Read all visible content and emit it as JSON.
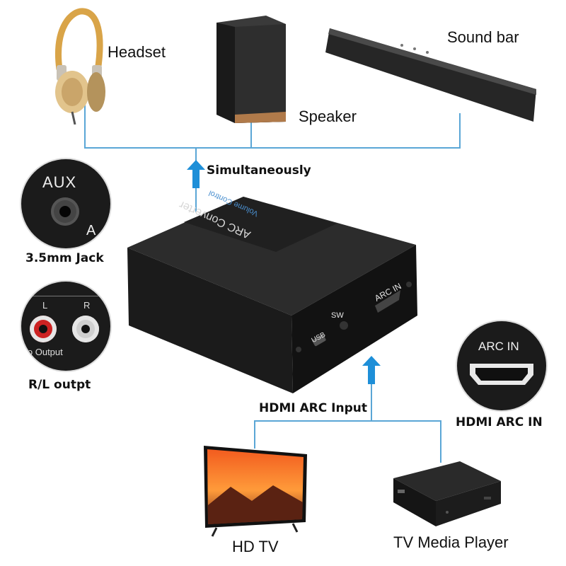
{
  "labels": {
    "headset": "Headset",
    "speaker": "Speaker",
    "sound_bar": "Sound bar",
    "simultaneously": "Simultaneously",
    "jack": "3.5mm Jack",
    "rl_output": "R/L outpt",
    "hdmi_arc_input": "HDMI ARC Input",
    "hdmi_arc_in_caption": "HDMI ARC IN",
    "hd_tv": "HD TV",
    "tv_media_player": "TV Media Player"
  },
  "device": {
    "brand": "ARC Converter",
    "subtitle": "Volume Control",
    "arc_in": "ARC IN",
    "sw": "SW",
    "usb": "USB"
  },
  "aux_panel": {
    "aux": "AUX",
    "partial": "A"
  },
  "rl_panel": {
    "l": "L",
    "r": "R",
    "output_text": "io Output"
  },
  "arc_panel": {
    "label": "ARC IN"
  },
  "colors": {
    "connector_line": "#5aa6d6",
    "arrow": "#1e8fd8"
  }
}
